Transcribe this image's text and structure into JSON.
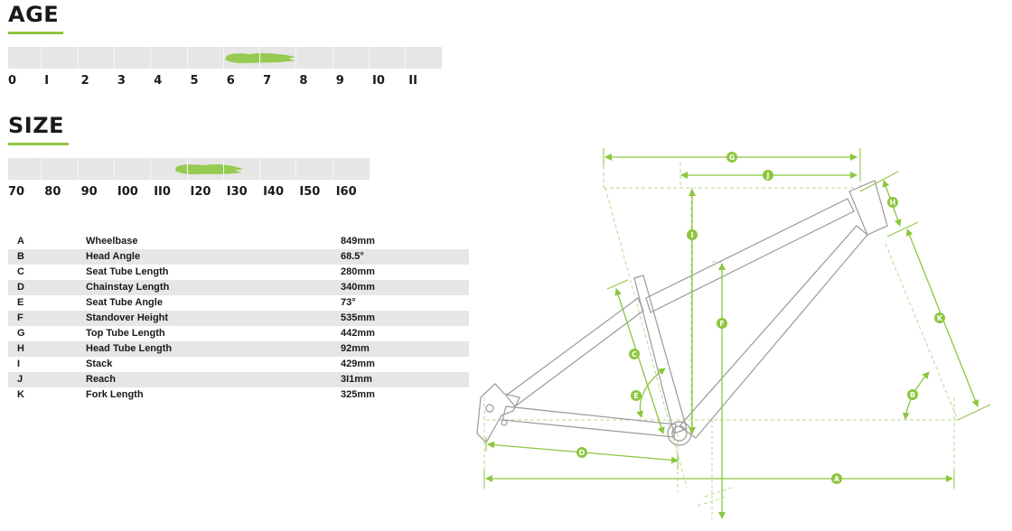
{
  "age": {
    "title": "AGE",
    "labels": [
      "0",
      "I",
      "2",
      "3",
      "4",
      "5",
      "6",
      "7",
      "8",
      "9",
      "I0",
      "II"
    ]
  },
  "size": {
    "title": "SIZE",
    "labels": [
      "70",
      "80",
      "90",
      "I00",
      "II0",
      "I20",
      "I30",
      "I40",
      "I50",
      "I60"
    ]
  },
  "geometry": [
    {
      "key": "A",
      "name": "Wheelbase",
      "value": "849mm"
    },
    {
      "key": "B",
      "name": "Head Angle",
      "value": "68.5°"
    },
    {
      "key": "C",
      "name": "Seat Tube Length",
      "value": "280mm"
    },
    {
      "key": "D",
      "name": "Chainstay Length",
      "value": "340mm"
    },
    {
      "key": "E",
      "name": "Seat Tube Angle",
      "value": "73°"
    },
    {
      "key": "F",
      "name": "Standover Height",
      "value": "535mm"
    },
    {
      "key": "G",
      "name": "Top Tube Length",
      "value": "442mm"
    },
    {
      "key": "H",
      "name": "Head Tube Length",
      "value": "92mm"
    },
    {
      "key": "I",
      "name": "Stack",
      "value": "429mm"
    },
    {
      "key": "J",
      "name": "Reach",
      "value": "3I1mm"
    },
    {
      "key": "K",
      "name": "Fork Length",
      "value": "325mm"
    }
  ],
  "diagram_labels": {
    "A": "A",
    "B": "B",
    "C": "C",
    "D": "D",
    "E": "E",
    "F": "F",
    "G": "G",
    "H": "H",
    "I": "I",
    "J": "J",
    "K": "K"
  },
  "colors": {
    "accent": "#8dc63f",
    "bar": "#e6e6e6",
    "text": "#1a1a1a",
    "frame": "#9a9a9a"
  }
}
